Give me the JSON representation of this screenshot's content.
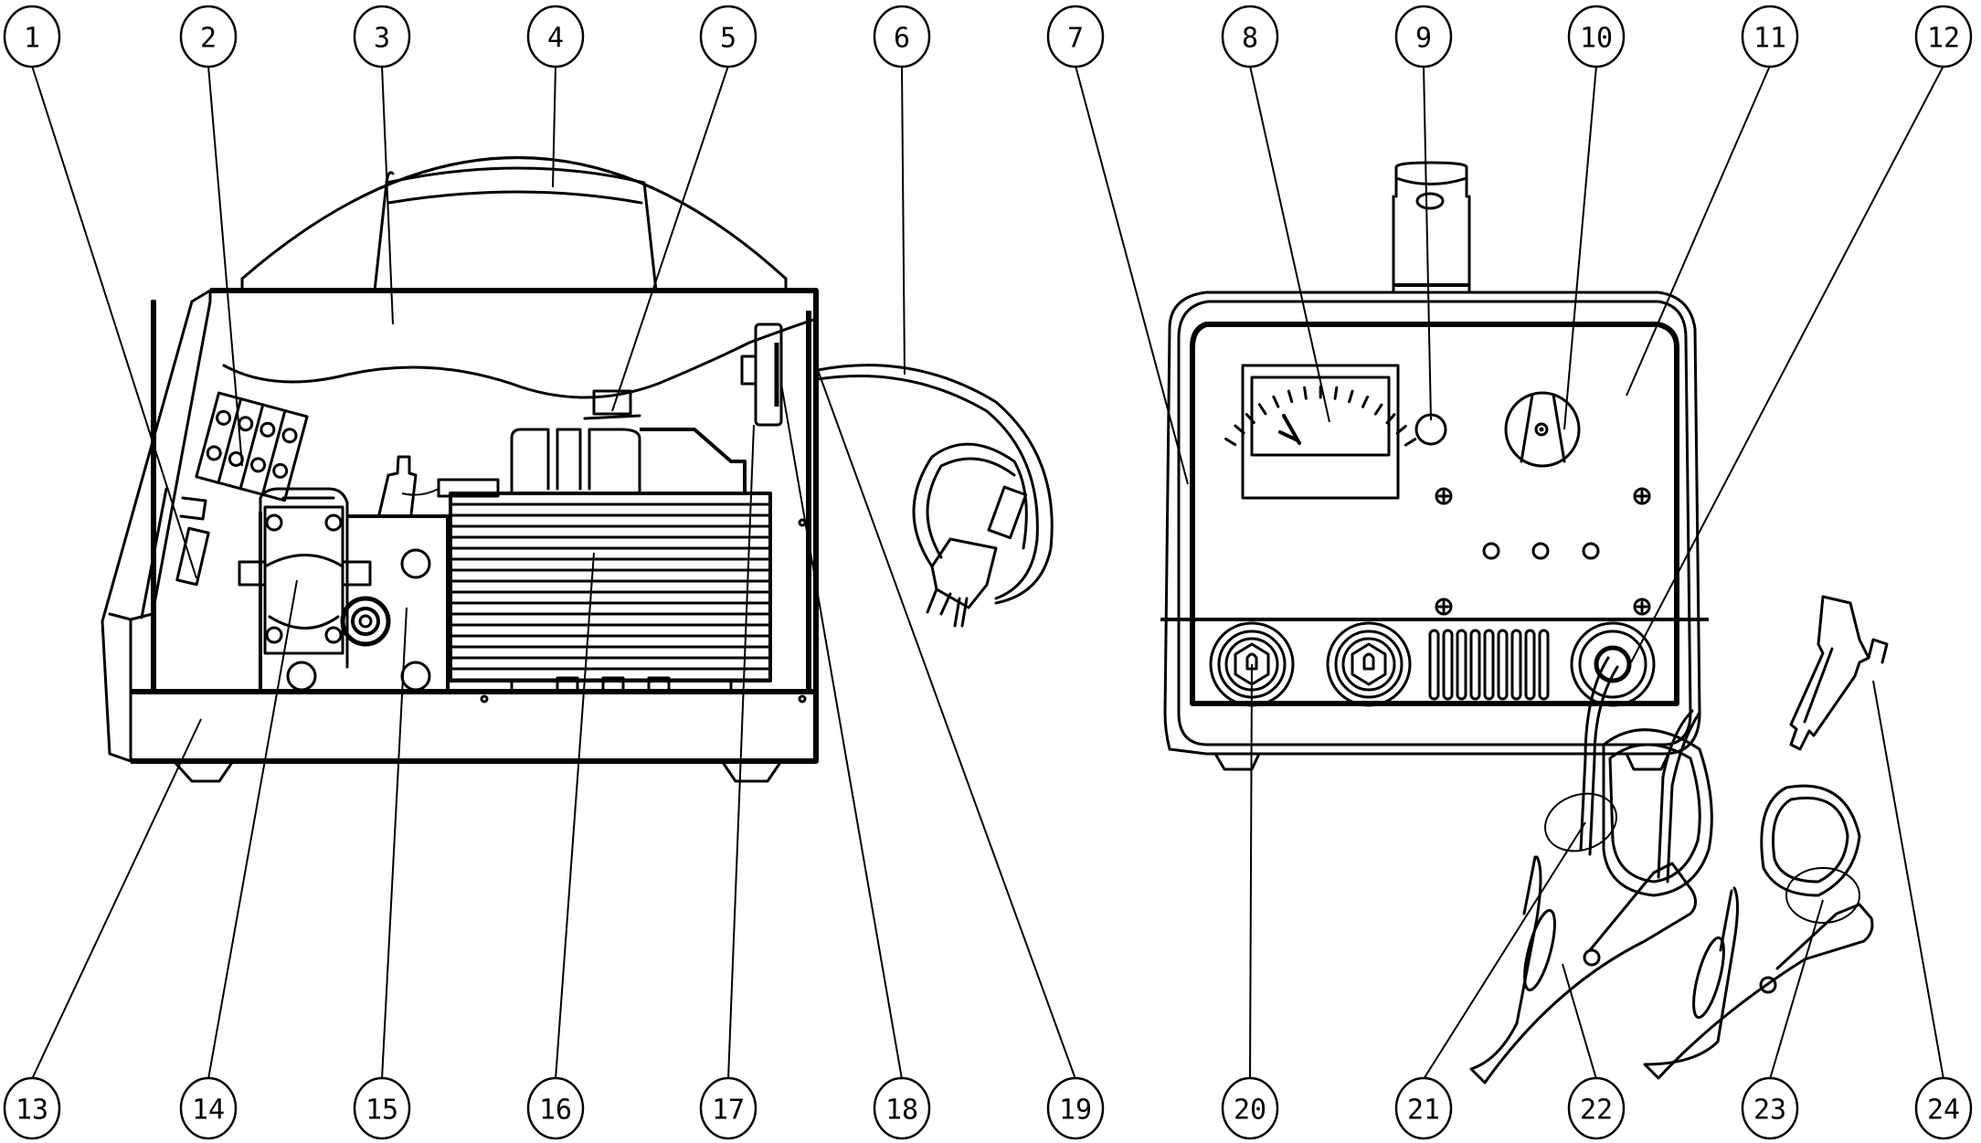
{
  "diagram": {
    "title": "Battery charger parts diagram",
    "views": [
      "side-cutaway-view",
      "front-view"
    ],
    "callouts": [
      {
        "number": "1",
        "part": "power-switch",
        "row": "top"
      },
      {
        "number": "2",
        "part": "terminal-block",
        "row": "top"
      },
      {
        "number": "3",
        "part": "housing-cover",
        "row": "top"
      },
      {
        "number": "4",
        "part": "carry-handle",
        "row": "top"
      },
      {
        "number": "5",
        "part": "transformer-bolt",
        "row": "top"
      },
      {
        "number": "6",
        "part": "power-cord",
        "row": "top"
      },
      {
        "number": "7",
        "part": "front-housing",
        "row": "top"
      },
      {
        "number": "8",
        "part": "ammeter",
        "row": "top"
      },
      {
        "number": "9",
        "part": "indicator-lamp",
        "row": "top"
      },
      {
        "number": "10",
        "part": "selector-knob",
        "row": "top"
      },
      {
        "number": "11",
        "part": "front-panel",
        "row": "top"
      },
      {
        "number": "12",
        "part": "cable-grommet",
        "row": "top"
      },
      {
        "number": "13",
        "part": "base-plate",
        "row": "bottom"
      },
      {
        "number": "14",
        "part": "rectifier-bracket",
        "row": "bottom"
      },
      {
        "number": "15",
        "part": "mounting-plate",
        "row": "bottom"
      },
      {
        "number": "16",
        "part": "transformer",
        "row": "bottom"
      },
      {
        "number": "17",
        "part": "cord-clamp",
        "row": "bottom"
      },
      {
        "number": "18",
        "part": "side-panel",
        "row": "bottom"
      },
      {
        "number": "19",
        "part": "cord-strain-relief",
        "row": "bottom"
      },
      {
        "number": "20",
        "part": "output-terminal",
        "row": "bottom"
      },
      {
        "number": "21",
        "part": "output-cable",
        "row": "bottom"
      },
      {
        "number": "22",
        "part": "battery-clamps",
        "row": "bottom"
      },
      {
        "number": "23",
        "part": "clamp-cable",
        "row": "bottom"
      },
      {
        "number": "24",
        "part": "fuse-holder",
        "row": "bottom"
      }
    ]
  }
}
